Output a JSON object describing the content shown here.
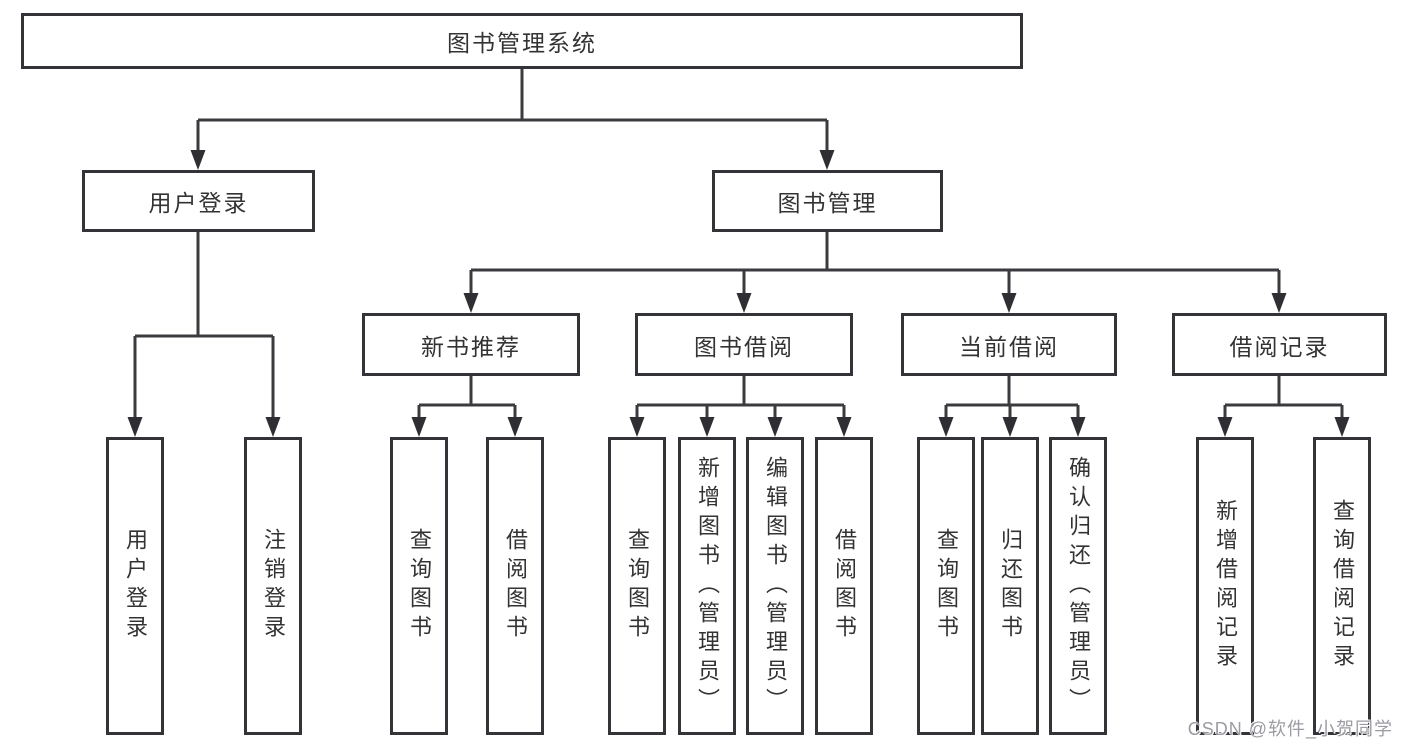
{
  "diagram": {
    "root": {
      "label": "图书管理系统"
    },
    "branches": [
      {
        "label": "用户登录",
        "children": [
          {
            "label": "用户登录"
          },
          {
            "label": "注销登录"
          }
        ]
      },
      {
        "label": "图书管理",
        "groups": [
          {
            "label": "新书推荐",
            "children": [
              {
                "label": "查询图书"
              },
              {
                "label": "借阅图书"
              }
            ]
          },
          {
            "label": "图书借阅",
            "children": [
              {
                "label": "查询图书"
              },
              {
                "label": "新增图书（管理员）"
              },
              {
                "label": "编辑图书（管理员）"
              },
              {
                "label": "借阅图书"
              }
            ]
          },
          {
            "label": "当前借阅",
            "children": [
              {
                "label": "查询图书"
              },
              {
                "label": "归还图书"
              },
              {
                "label": "确认归还（管理员）"
              }
            ]
          },
          {
            "label": "借阅记录",
            "children": [
              {
                "label": "新增借阅记录"
              },
              {
                "label": "查询借阅记录"
              }
            ]
          }
        ]
      }
    ]
  },
  "watermark": {
    "text": "CSDN @软件_小贺同学"
  },
  "colors": {
    "background": "#ffffff",
    "box_border": "#333338",
    "line": "#3b3b3f",
    "text": "#333333",
    "watermark": "#9b9ba3"
  }
}
